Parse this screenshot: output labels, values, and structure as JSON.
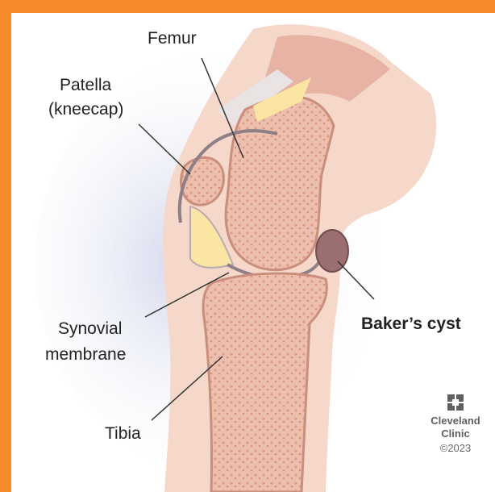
{
  "labels": {
    "femur": "Femur",
    "patella_line1": "Patella",
    "patella_line2": "(kneecap)",
    "synovial_line1": "Synovial",
    "synovial_line2": "membrane",
    "bakers_cyst": "Baker’s cyst",
    "tibia": "Tibia"
  },
  "logo": {
    "line1": "Cleveland",
    "line2": "Clinic",
    "copyright": "©2023"
  },
  "colors": {
    "border": "#f58a2a",
    "skin": "#f7ddd0",
    "bone_marrow": "#eab3a0",
    "cartilage": "#fbe7a6",
    "cyst": "#9b6f70",
    "membrane": "#8e7f86"
  }
}
